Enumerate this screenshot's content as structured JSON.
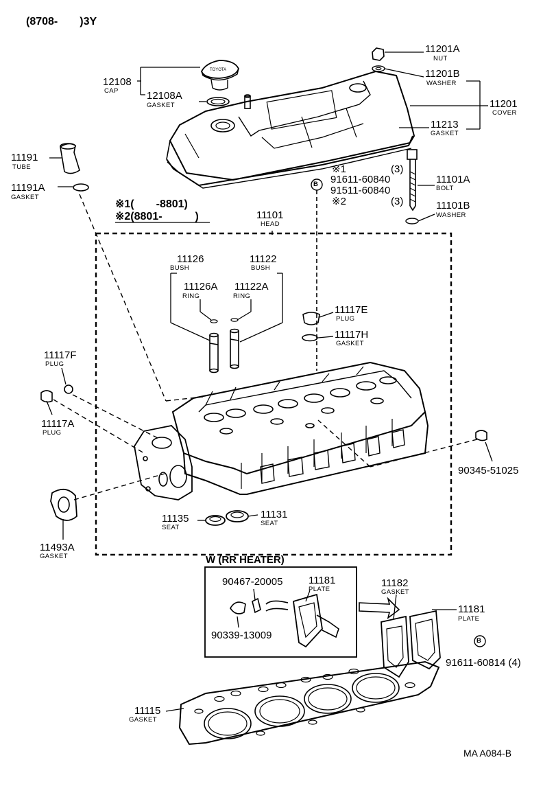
{
  "header": {
    "code": "(8708-　　)3Y"
  },
  "footer": {
    "code": "MA A084-B"
  },
  "legend": {
    "mark1": "※1(　　-8801)",
    "mark2": "※2(8801-　　　)"
  },
  "heater_box": {
    "title": "W (RR HEATER)"
  },
  "callout_b": "B",
  "parts": {
    "p11201A": {
      "num": "11201A",
      "name": "NUT"
    },
    "p11201B": {
      "num": "11201B",
      "name": "WASHER"
    },
    "p11201": {
      "num": "11201",
      "name": "COVER"
    },
    "p11213": {
      "num": "11213",
      "name": "GASKET"
    },
    "p12108": {
      "num": "12108",
      "name": "CAP"
    },
    "p12108A": {
      "num": "12108A",
      "name": "GASKET"
    },
    "p11191": {
      "num": "11191",
      "name": "TUBE"
    },
    "p11191A": {
      "num": "11191A",
      "name": "GASKET"
    },
    "p11101": {
      "num": "11101",
      "name": "HEAD"
    },
    "p11101A": {
      "num": "11101A",
      "name": "BOLT"
    },
    "p11101B": {
      "num": "11101B",
      "name": "WASHER"
    },
    "p11126": {
      "num": "11126",
      "name": "BUSH"
    },
    "p11122": {
      "num": "11122",
      "name": "BUSH"
    },
    "p11126A": {
      "num": "11126A",
      "name": "RING"
    },
    "p11122A": {
      "num": "11122A",
      "name": "RING"
    },
    "p11117E": {
      "num": "11117E",
      "name": "PLUG"
    },
    "p11117H": {
      "num": "11117H",
      "name": "GASKET"
    },
    "p11117F": {
      "num": "11117F",
      "name": "PLUG"
    },
    "p11117A": {
      "num": "11117A",
      "name": "PLUG"
    },
    "p90345": {
      "num": "90345-51025",
      "name": ""
    },
    "p11493A": {
      "num": "11493A",
      "name": "GASKET"
    },
    "p11135": {
      "num": "11135",
      "name": "SEAT"
    },
    "p11131": {
      "num": "11131",
      "name": "SEAT"
    },
    "p90467": {
      "num": "90467-20005",
      "name": ""
    },
    "p11181a": {
      "num": "11181",
      "name": "PLATE"
    },
    "p90339": {
      "num": "90339-13009",
      "name": ""
    },
    "p11182": {
      "num": "11182",
      "name": "GASKET"
    },
    "p11181b": {
      "num": "11181",
      "name": "PLATE"
    },
    "p91611b": {
      "num": "91611-60814 (4)",
      "name": ""
    },
    "p11115": {
      "num": "11115",
      "name": "GASKET"
    }
  },
  "bolt_variants": {
    "mark1": "※1",
    "qty1": "(3)",
    "pn1": "91611-60840",
    "pn2": "91511-60840",
    "mark2": "※2",
    "qty2": "(3)"
  }
}
